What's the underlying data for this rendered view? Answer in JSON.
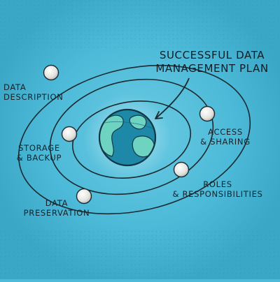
{
  "title": "SUCCESSFUL DATA\nMANAGEMENT PLAN",
  "center_icon": "globe-icon",
  "planets": [
    {
      "label": "DATA\nDESCRIPTION"
    },
    {
      "label": "ACCESS\n& SHARING"
    },
    {
      "label": "STORAGE\n& BACKUP"
    },
    {
      "label": "ROLES\n& RESPONSIBILITIES"
    },
    {
      "label": "DATA\nPRESERVATION"
    }
  ],
  "colors": {
    "background": "#4cbad8",
    "orbit_line": "#1c2a30",
    "planet": "#e9e9e6",
    "globe_ocean": "#1e88a8",
    "globe_land": "#6fd3c2",
    "text": "#16222a"
  }
}
